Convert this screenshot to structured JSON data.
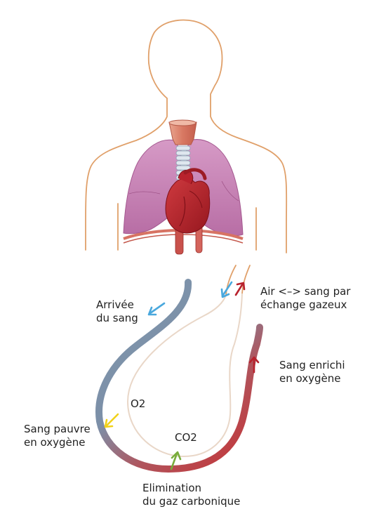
{
  "labels": {
    "arrivee": {
      "line1": "Arrivée",
      "line2": "du sang"
    },
    "air_echange": {
      "line1": "Air <–> sang par",
      "line2": "échange gazeux"
    },
    "sang_enrichi": {
      "line1": "Sang enrichi",
      "line2": "en oxygène"
    },
    "o2": "O2",
    "sang_pauvre": {
      "line1": "Sang pauvre",
      "line2": "en oxygène"
    },
    "co2": "CO2",
    "elimination": {
      "line1": "Elimination",
      "line2": "du gaz carbonique"
    }
  },
  "icons": [
    "body-outline",
    "trachea",
    "lungs",
    "heart",
    "blood-loop",
    "alveolus-membrane"
  ],
  "colors": {
    "body_outline": "#e0a06a",
    "lung": "#c77bb1",
    "heart": "#b8222d",
    "trachea": "#d97f6b",
    "deoxygenated_blood": "#7f97ac",
    "oxygenated_blood": "#c4373a",
    "arrow_blue": "#4aa8dd",
    "arrow_red": "#b8222d",
    "arrow_yellow": "#f1d21a",
    "arrow_green": "#79ad3c"
  }
}
